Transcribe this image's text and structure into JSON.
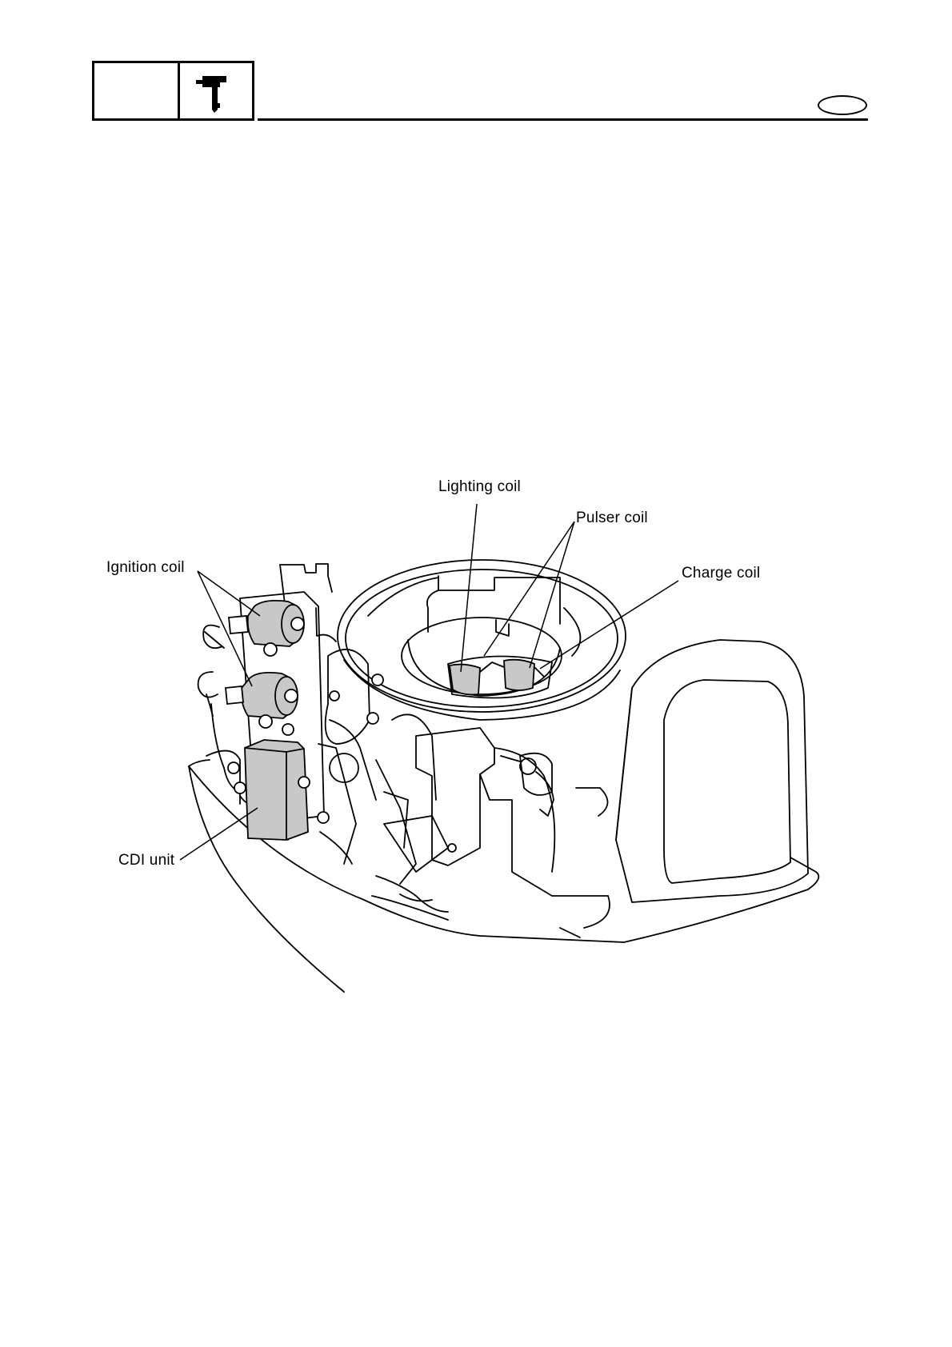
{
  "labels": {
    "lighting_coil": "Lighting coil",
    "pulser_coil": "Pulser coil",
    "ignition_coil": "Ignition coil",
    "charge_coil": "Charge coil",
    "cdi_unit": "CDI unit"
  },
  "icons": {
    "header": "outboard-motor-icon"
  },
  "colors": {
    "ink": "#000000",
    "component_fill": "#c8c8c8"
  }
}
